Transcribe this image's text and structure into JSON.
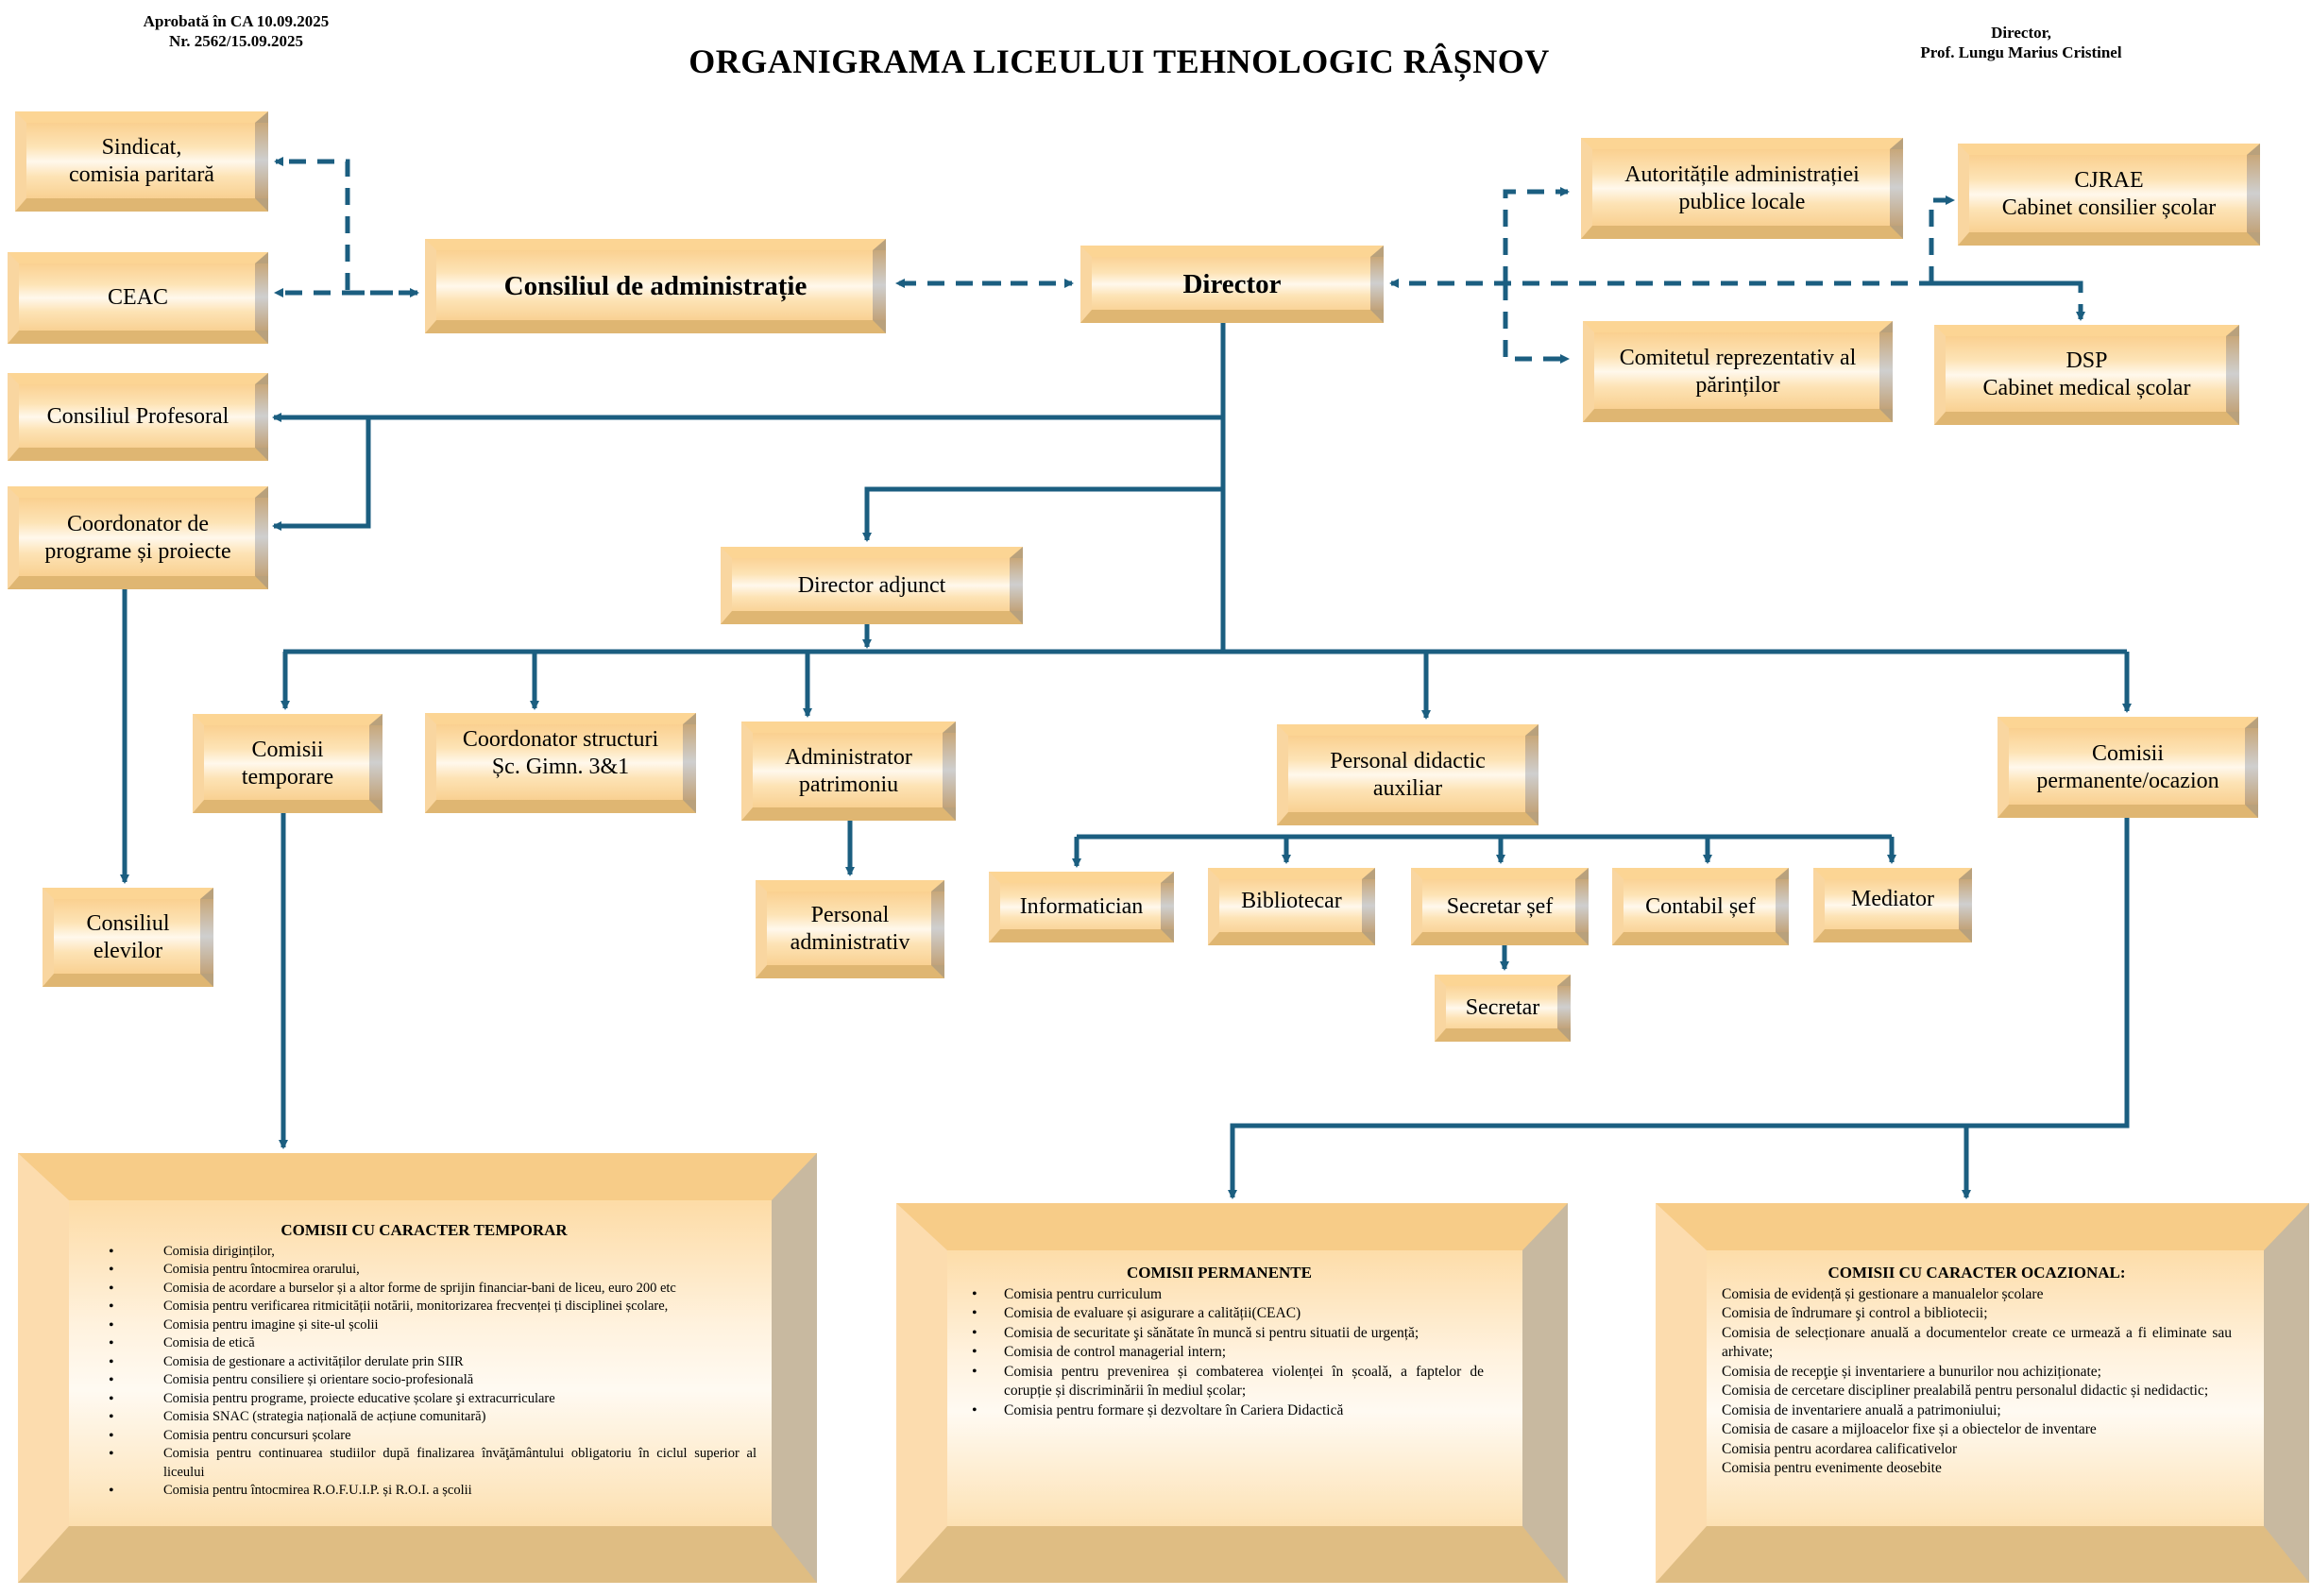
{
  "header": {
    "approval_line1": "Aprobată în CA 10.09.2025",
    "approval_line2": "Nr. 2562/15.09.2025",
    "title": "ORGANIGRAMA  LICEULUI TEHNOLOGIC RÂȘNOV",
    "signature_role": "Director,",
    "signature_name": "Prof. Lungu Marius Cristinel"
  },
  "colors": {
    "connector": "#1b5e80",
    "box_fill": "#fde3b5",
    "box_highlight": "#fff8ec"
  },
  "nodes": {
    "sindicat": {
      "line1": "Sindicat,",
      "line2": "comisia paritară"
    },
    "ceac": {
      "line1": "CEAC"
    },
    "consiliul_administratie": {
      "line1": "Consiliul de administrație"
    },
    "director": {
      "line1": "Director"
    },
    "autoritati": {
      "line1": "Autoritățile administrației",
      "line2": "publice locale"
    },
    "cjrae": {
      "line1": "CJRAE",
      "line2": "Cabinet consilier școlar"
    },
    "comitetul_parintilor": {
      "line1": "Comitetul reprezentativ al",
      "line2": "părinților"
    },
    "dsp": {
      "line1": "DSP",
      "line2": "Cabinet medical școlar"
    },
    "consiliul_profesoral": {
      "line1": "Consiliul Profesoral"
    },
    "coordonator_programe": {
      "line1": "Coordonator de",
      "line2": "programe și proiecte"
    },
    "director_adjunct": {
      "line1": "Director adjunct"
    },
    "comisii_temporare": {
      "line1": "Comisii",
      "line2": "temporare"
    },
    "coordonator_structuri": {
      "line1": "Coordonator structuri",
      "line2": "Șc. Gimn. 3&1"
    },
    "administrator_patrimoniu": {
      "line1": "Administrator",
      "line2": "patrimoniu"
    },
    "personal_didactic_auxiliar": {
      "line1": "Personal didactic",
      "line2": "auxiliar"
    },
    "comisii_permanente_ocazionale": {
      "line1": "Comisii",
      "line2": "permanente/ocazion"
    },
    "consiliul_elevilor": {
      "line1": "Consiliul",
      "line2": "elevilor"
    },
    "personal_administrativ": {
      "line1": "Personal",
      "line2": "administrativ"
    },
    "informatician": {
      "line1": "Informatician"
    },
    "bibliotecar": {
      "line1": "Bibliotecar"
    },
    "secretar_sef": {
      "line1": "Secretar șef"
    },
    "contabil_sef": {
      "line1": "Contabil șef"
    },
    "mediator": {
      "line1": "Mediator"
    },
    "secretar": {
      "line1": "Secretar"
    }
  },
  "panels": {
    "temporar": {
      "title": "COMISII CU CARACTER TEMPORAR",
      "items": [
        "Comisia diriginților,",
        "Comisia pentru întocmirea orarului,",
        "Comisia de acordare a burselor și a altor forme de sprijin financiar-bani de liceu, euro 200 etc",
        "Comisia pentru verificarea ritmicității notării, monitorizarea frecvenței ți disciplinei școlare,",
        "Comisia pentru imagine și site-ul școlii",
        "Comisia de etică",
        "Comisia de gestionare a activităților derulate prin SIIR",
        "Comisia pentru consiliere și orientare socio-profesională",
        "Comisia pentru programe, proiecte educative școlare şi extracurriculare",
        "Comisia SNAC (strategia națională de acțiune comunitară)",
        "Comisia pentru concursuri școlare",
        "Comisia pentru continuarea studiilor după finalizarea învăţământului obligatoriu în ciclul superior al liceului",
        "Comisia pentru întocmirea R.O.F.U.I.P. și R.O.I. a școlii"
      ]
    },
    "permanente": {
      "title": "COMISII PERMANENTE",
      "items": [
        "Comisia pentru curriculum",
        "Comisia de evaluare și asigurare a calității(CEAC)",
        "Comisia de securitate şi sănătate în muncă si pentru situatii de urgență;",
        "Comisia de control managerial intern;",
        "Comisia pentru prevenirea și combaterea violenței în școală, a faptelor de corupție și discriminării în mediul școlar;",
        "Comisia pentru formare și dezvoltare în Cariera Didactică"
      ]
    },
    "ocazional": {
      "title": "COMISII CU CARACTER OCAZIONAL:",
      "items": [
        "Comisia de evidență și gestionare a manualelor școlare",
        "Comisia de îndrumare şi control a bibliotecii;",
        "Comisia de selecționare anuală a documentelor create ce urmează a fi eliminate sau arhivate;",
        "Comisia de recepţie și inventariere a bunurilor nou achiziționate;",
        "Comisia de cercetare discipliner prealabilă pentru personalul didactic și nedidactic;",
        "Comisia de inventariere anuală a patrimoniului;",
        "Comisia de casare a mijloacelor fixe și a obiectelor de inventare",
        "Comisia pentru acordarea calificativelor",
        "Comisia pentru evenimente deosebite"
      ]
    }
  }
}
